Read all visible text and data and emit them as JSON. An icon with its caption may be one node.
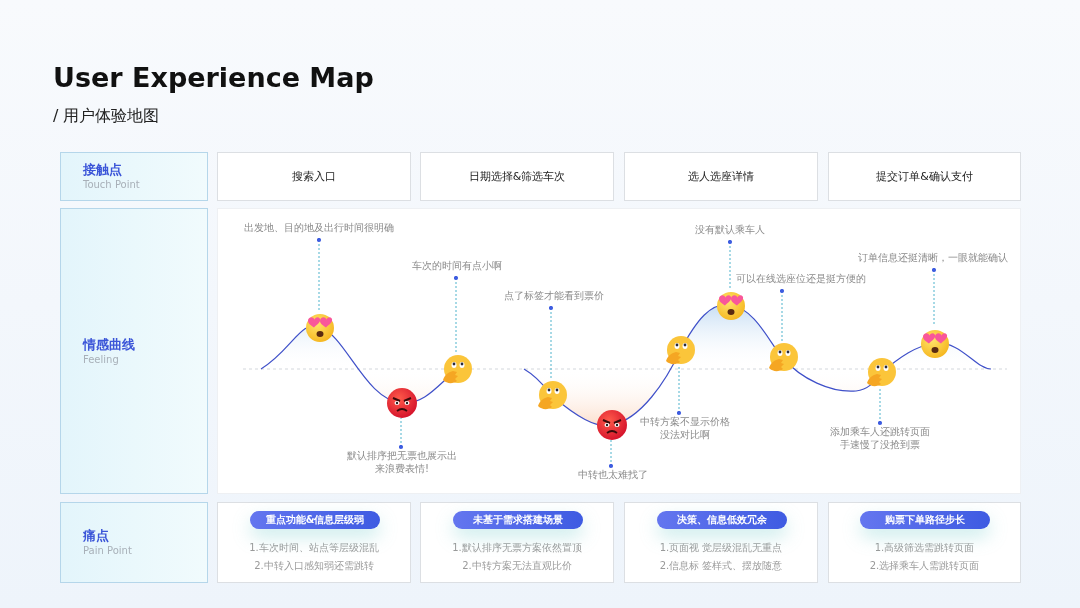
{
  "diagram": {
    "title": "User Experience Map",
    "nodes": [
      {
        "text": [
          "接触点",
          "Touch Point"
        ]
      },
      {
        "text": [
          "搜索入口"
        ]
      },
      {
        "text": [
          "日期选择&筛选车次"
        ]
      },
      {
        "text": [
          "选人选座详情"
        ]
      },
      {
        "text": [
          "提交订单&确认支付"
        ]
      },
      {
        "text": [
          "情感曲线",
          "Feeling"
        ]
      },
      {
        "text": [],
        "shape": "box"
      },
      {
        "text": [
          "出发地、目的地及出行时间很明确"
        ],
        "in": 6
      },
      {
        "text": [],
        "shape": "circle",
        "in": 6
      },
      {
        "text": [
          "默认排序把无票也展示出来浪费表情!"
        ],
        "in": 6
      },
      {
        "text": [],
        "shape": "circle",
        "in": 6
      },
      {
        "text": [
          "车次的时间有点小啊"
        ],
        "in": 6
      },
      {
        "text": [],
        "shape": "circle",
        "in": 6
      },
      {
        "text": [
          "点了标签才能看到票价"
        ],
        "in": 6
      },
      {
        "text": [],
        "shape": "circle",
        "in": 6
      },
      {
        "text": [
          "中转也太难找了"
        ],
        "in": 6
      },
      {
        "text": [],
        "shape": "circle",
        "in": 6
      },
      {
        "text": [
          "中转方案不显示价格没法对比啊"
        ],
        "in": 6
      },
      {
        "text": [],
        "shape": "circle",
        "in": 6
      },
      {
        "text": [
          "没有默认乘车人"
        ],
        "in": 6
      },
      {
        "text": [],
        "shape": "circle",
        "in": 6
      },
      {
        "text": [
          "可以在线选座位还是挺方便的"
        ],
        "in": 6
      },
      {
        "text": [],
        "shape": "circle",
        "in": 6
      },
      {
        "text": [
          "添加乘车人还跳转页面手速慢了没抢到票"
        ],
        "in": 6
      },
      {
        "text": [],
        "shape": "circle",
        "in": 6
      },
      {
        "text": [
          "订单信息还挺清晰，一眼就能确认"
        ],
        "in": 6
      },
      {
        "text": [],
        "shape": "circle",
        "in": 6
      },
      {
        "text": [
          "痛点",
          "Pain Point"
        ]
      },
      {
        "text": [
          "1.车次时间、站点等层级混乱",
          "2.中转入口感知弱还需跳转"
        ]
      },
      {
        "text": [
          "重点功能&信息层级弱"
        ],
        "in": 28
      },
      {
        "text": [
          "1.默认排序无票方案依然置顶",
          "2.中转方案无法直观比价"
        ]
      },
      {
        "text": [
          "未基于需求搭建场景"
        ],
        "in": 30
      },
      {
        "text": [
          "1.页面视 觉层级混乱无重点",
          "2.信息标 签样式、摆放随意"
        ]
      },
      {
        "text": [
          "决策、信息低效冗余"
        ],
        "in": 32
      },
      {
        "text": [
          "1.高级筛选需跳转页面",
          "2.选择乘车人需跳转页面"
        ]
      },
      {
        "text": [
          "购票下单路径步长"
        ],
        "in": 34
      }
    ],
    "edges": [
      {
        "from": 7,
        "to": 8,
        "arrow": "other",
        "style": "dashed"
      },
      {
        "from": 9,
        "to": 10,
        "arrow": "other",
        "style": "dashed"
      },
      {
        "from": 11,
        "to": 12,
        "arrow": "other",
        "style": "dashed"
      },
      {
        "from": 13,
        "to": 14,
        "arrow": "other",
        "style": "dashed"
      },
      {
        "from": 15,
        "to": 16,
        "arrow": "other",
        "style": "dashed"
      },
      {
        "from": 17,
        "to": 18,
        "arrow": "other",
        "style": "dashed"
      },
      {
        "from": 19,
        "to": 20,
        "arrow": "other",
        "style": "dashed"
      },
      {
        "from": 21,
        "to": 22,
        "arrow": "other",
        "style": "dashed"
      },
      {
        "from": 23,
        "to": 24,
        "arrow": "other",
        "style": "dashed"
      },
      {
        "from": 25,
        "to": 26,
        "arrow": "other",
        "style": "dashed"
      }
    ],
    "labels": [
      "/ 用户体验地图"
    ]
  }
}
